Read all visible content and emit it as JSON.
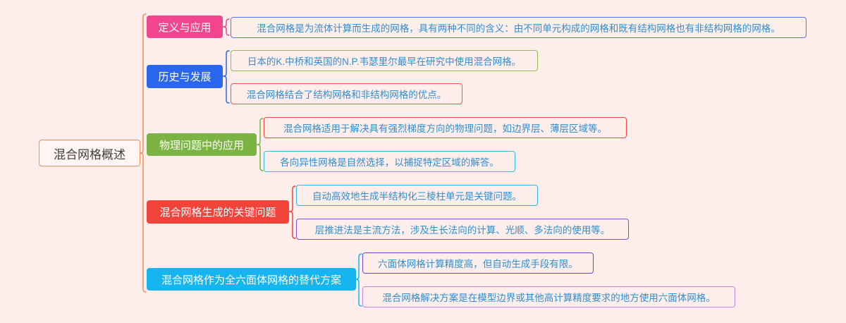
{
  "theme": {
    "background": "#fdeeec",
    "leaf_text_color": "#2f8fcf",
    "root_text_color": "#404040"
  },
  "root": {
    "label": "混合网格概述",
    "border_color": "#ee8f5f",
    "line_color": "#ee8f5f"
  },
  "branches": [
    {
      "label": "定义与应用",
      "color": "#f2478f",
      "leaves": [
        {
          "text": "混合网格是为流体计算而生成的网格，具有两种不同的含义：由不同单元构成的网格和既有结构网格也有非结构网格的网格。",
          "border_color": "#5a72ee"
        }
      ]
    },
    {
      "label": "历史与发展",
      "color": "#2a66ee",
      "leaves": [
        {
          "text": "日本的K.中桥和英国的N.P.韦瑟里尔最早在研究中使用混合网格。",
          "border_color": "#8fbf4f"
        },
        {
          "text": "混合网格结合了结构网格和非结构网格的优点。",
          "border_color": "#f0574a"
        }
      ]
    },
    {
      "label": "物理问题中的应用",
      "color": "#7bb442",
      "leaves": [
        {
          "text": "混合网格适用于解决具有强烈梯度方向的物理问题，如边界层、薄层区域等。",
          "border_color": "#f04a3e"
        },
        {
          "text": "各向异性网格是自然选择，以捕捉特定区域的解答。",
          "border_color": "#33b9e6"
        }
      ]
    },
    {
      "label": "混合网格生成的关键问题",
      "color": "#f0443b",
      "leaves": [
        {
          "text": "自动高效地生成半结构化三棱柱单元是关键问题。",
          "border_color": "#32b2e8"
        },
        {
          "text": "层推进法是主流方法，涉及生长法向的计算、光顺、多法向的使用等。",
          "border_color": "#7d4fd6"
        }
      ]
    },
    {
      "label": "混合网格作为全六面体网格的替代方案",
      "color": "#17b5ef",
      "leaves": [
        {
          "text": "六面体网格计算精度高，但自动生成手段有限。",
          "border_color": "#7640cc"
        },
        {
          "text": "混合网格解决方案是在模型边界或其他高计算精度要求的地方使用六面体网格。",
          "border_color": "#c587de"
        }
      ]
    }
  ]
}
